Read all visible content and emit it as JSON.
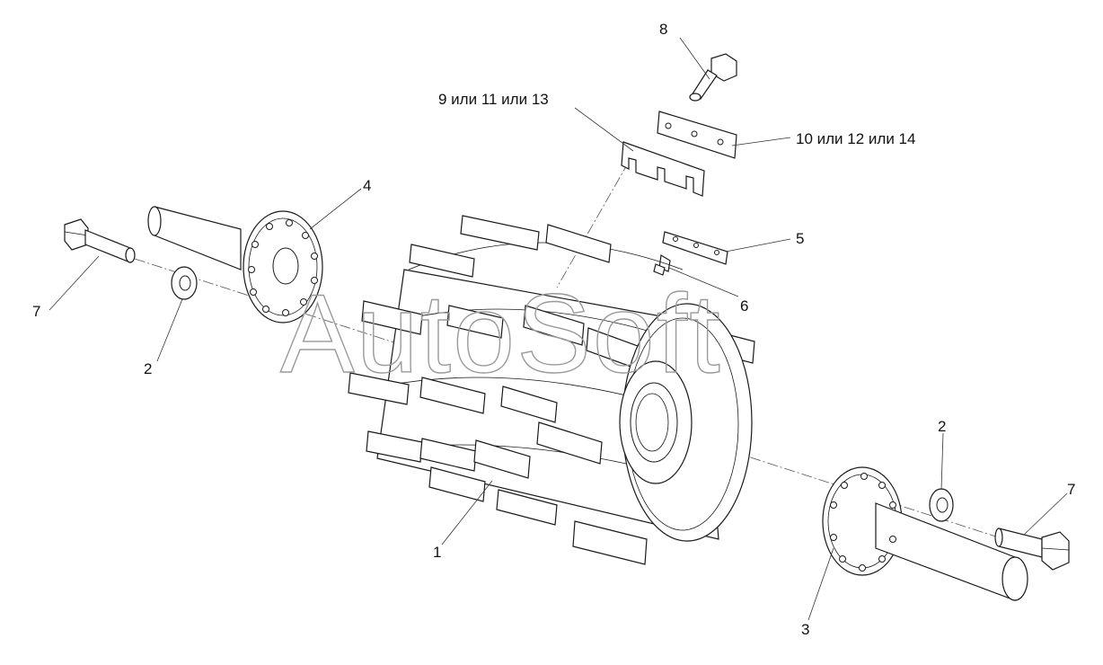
{
  "callouts": [
    {
      "id": "c8",
      "text": "8"
    },
    {
      "id": "c9",
      "text": "9 или 11 или 13"
    },
    {
      "id": "c10",
      "text": "10 или 12 или 14"
    },
    {
      "id": "c4",
      "text": "4"
    },
    {
      "id": "c5",
      "text": "5"
    },
    {
      "id": "c6",
      "text": "6"
    },
    {
      "id": "c7a",
      "text": "7"
    },
    {
      "id": "c2a",
      "text": "2"
    },
    {
      "id": "c2b",
      "text": "2"
    },
    {
      "id": "c7b",
      "text": "7"
    },
    {
      "id": "c1",
      "text": "1"
    },
    {
      "id": "c3",
      "text": "3"
    }
  ],
  "watermark": "AutoSoft",
  "colors": {
    "line": "#1a1a1a",
    "background": "#ffffff",
    "watermark": "#9a9a9a"
  }
}
